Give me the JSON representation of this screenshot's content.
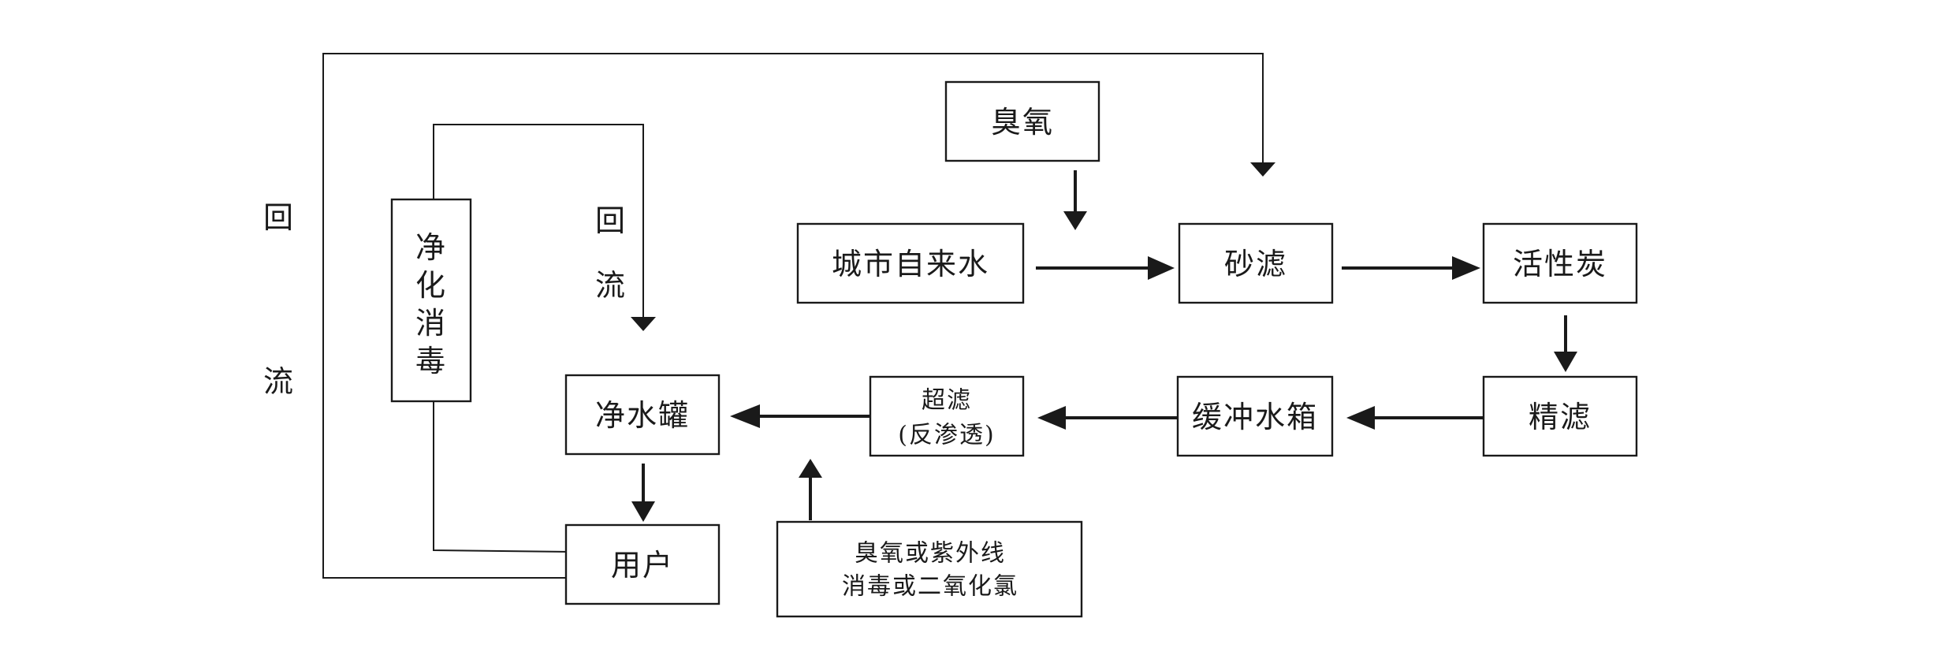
{
  "diagram": {
    "nodes": {
      "ozone": "臭氧",
      "city_water": "城市自来水",
      "sand_filter": "砂滤",
      "activated_carbon": "活性炭",
      "fine_filter": "精滤",
      "buffer_tank": "缓冲水箱",
      "ultrafiltration": "超滤",
      "reverse_osmosis": "(反渗透)",
      "clean_tank": "净水罐",
      "user": "用户",
      "purify": [
        "净",
        "化",
        "消",
        "毒"
      ],
      "disinfect_line1": "臭氧或紫外线",
      "disinfect_line2": "消毒或二氧化氯"
    },
    "labels": {
      "reflux_outer": [
        "回",
        "流"
      ],
      "reflux_inner": [
        "回",
        "流"
      ]
    }
  }
}
